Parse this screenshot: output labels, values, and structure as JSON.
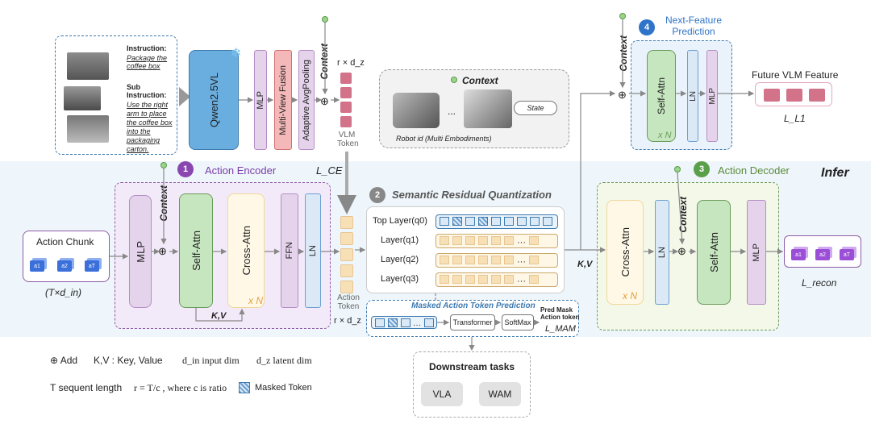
{
  "instruction": {
    "label1": "Instruction:",
    "text1": "Package the coffee box",
    "label2": "Sub Instruction:",
    "text2": "Use the right arm to place the coffee box into the packaging carton."
  },
  "vlm": {
    "qwen": "Qwen2.5VL",
    "mlp": "MLP",
    "fusion": "Multi-View Fusion",
    "pool": "Adaptive AvgPooling",
    "context": "Context",
    "rxdz": "r × d_z",
    "token_label": "VLM Token"
  },
  "robot": {
    "context": "Context",
    "state": "State",
    "caption": "Robot id (Multi Embodiments)",
    "dots": "..."
  },
  "encoder": {
    "num": "1",
    "title": "Action Encoder",
    "mlp": "MLP",
    "context": "Context",
    "self_attn": "Self-Attn",
    "cross_attn": "Cross-Attn",
    "xn": "x N",
    "ffn": "FFN",
    "ln": "LN",
    "kv": "K,V",
    "loss_ce": "L_CE"
  },
  "action_chunk": {
    "title": "Action Chunk",
    "dims": "(T×d_in)",
    "a1": "a1",
    "a2": "a2",
    "aT": "aT"
  },
  "action_token": {
    "label": "Action Token",
    "rxdz": "r × d_z"
  },
  "srq": {
    "num": "2",
    "title": "Semantic Residual Quantization",
    "layers": [
      "Top Layer(q0)",
      "Layer(q1)",
      "Layer(q2)",
      "Layer(q3)"
    ],
    "dots": "···"
  },
  "mam": {
    "title": "Masked Action Token Prediction",
    "transformer": "Transformer",
    "softmax": "SoftMax",
    "pred": "Pred Mask Action token",
    "loss": "L_MAM",
    "dots": "···"
  },
  "downstream": {
    "title": "Downstream tasks",
    "vla": "VLA",
    "wam": "WAM"
  },
  "next_feature": {
    "num": "4",
    "title": "Next-Feature Prediction",
    "context": "Context",
    "self_attn": "Self-Attn",
    "xn": "x N",
    "ln": "LN",
    "mlp": "MLP",
    "future": "Future VLM Feature",
    "loss": "L_L1"
  },
  "decoder": {
    "num": "3",
    "title": "Action Decoder",
    "context": "Context",
    "cross_attn": "Cross-Attn",
    "xn": "x N",
    "ln": "LN",
    "self_attn": "Self-Attn",
    "mlp": "MLP",
    "kv": "K,V",
    "loss": "L_recon",
    "a1": "a1",
    "a2": "a2",
    "aT": "aT"
  },
  "infer": "Infer",
  "legend": {
    "add": "⊕ Add",
    "kv": "K,V : Key, Value",
    "din": "d_in input dim",
    "dz": "d_z latent dim",
    "t": "T sequent length",
    "r": "r = T/c , where c is ratio",
    "masked": "Masked Token"
  }
}
